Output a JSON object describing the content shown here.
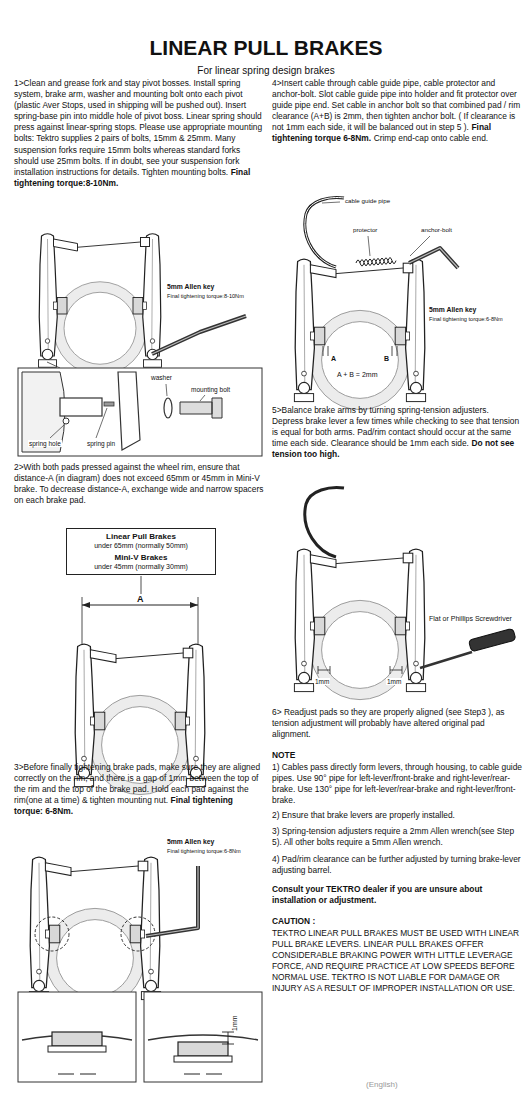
{
  "diagram": {
    "title": "LINEAR PULL BRAKES",
    "nodes": [
      {
        "text": [
          "Linear Pull Brakes",
          "under 65mm (normally 50mm)",
          "Mini-V Brakes",
          "under 45mm (normally 30mm)"
        ]
      }
    ],
    "labels": [
      "For linear spring design brakes",
      "1>Clean and grease fork and stay pivot bosses. Install spring system, brake arm, washer and mounting bolt onto each pivot (plastic Aver Stops, used in shipping will be pushed out). Insert spring-base pin into middle hole of pivot boss. Linear spring should press against linear-spring stops. Please use appropriate mounting bolts: Tektro supplies 2 pairs of bolts, 15mm & 25mm. Many suspension forks require 15mm bolts whereas standard forks should use 25mm bolts. If in doubt, see your suspension fork installation instructions for details. Tighten mounting bolts.",
      "Final tightening torque:8-10Nm.",
      "5mm Allen key",
      "Final tightening torque:8-10Nm",
      "washer",
      "mounting bolt",
      "spring hole",
      "spring pin",
      "2>With both pads pressed against the wheel rim, ensure that distance-A (in diagram) does not exceed 65mm or 45mm in Mini-V brake. To decrease distance-A, exchange wide and narrow spacers on each brake pad.",
      "A",
      "3>Before finally tightening brake pads, make sure they are aligned correctly on the rim, and there is a gap of 1mm between the top of the rim and the top of the brake pad. Hold each pad against the rim(one at a time) & tighten mounting nut.",
      "Final tightening torque: 6-8Nm.",
      "5mm Allen key",
      "Final tightening torque:6-8Nm",
      "1mm",
      "4>Insert cable through cable guide pipe, cable protector and anchor-bolt. Slot cable guide pipe into holder and fit protector over guide pipe end. Set cable in anchor bolt so that combined pad / rim clearance (A+B) is 2mm, then tighten anchor bolt. ( If clearance is not 1mm each side, it will be balanced out in step 5 ).",
      "Final tightening torque 6-8Nm.",
      "Crimp end-cap onto cable end.",
      "cable guide pipe",
      "protector",
      "anchor-bolt",
      "5mm Allen key",
      "Final tightening torque:6-8Nm",
      "A",
      "B",
      "A + B = 2mm",
      "5>Balance brake arms by turning spring-tension adjusters. Depress brake lever a few times while checking to see that tension is equal for both arms. Pad/rim contact should occur at the same time each side. Clearance should be 1mm each side.",
      "Do not see tension too high.",
      "Flat or Phillips Screwdriver",
      "1mm",
      "1mm",
      "6> Readjust pads so they are properly aligned (see Step3 ), as tension adjustment will probably have altered original pad alignment.",
      "NOTE",
      "1) Cables pass directly form levers, through housing, to cable guide pipes. Use 90° pipe for left-lever/front-brake and right-lever/rear-brake. Use 130° pipe for left-lever/rear-brake and right-lever/front-brake.",
      "2) Ensure that brake levers are properly installed.",
      "3) Spring-tension adjusters require a 2mm Allen wrench(see Step 5). All other bolts require a 5mm Allen wrench.",
      "4) Pad/rim clearance can be further adjusted by turning brake-lever adjusting barrel.",
      "Consult your TEKTRO dealer if you are unsure about installation or adjustment.",
      "CAUTION :",
      "TEKTRO LINEAR PULL BRAKES MUST BE USED WITH LINEAR PULL BRAKE LEVERS. LINEAR PULL BRAKES OFFER CONSIDERABLE BRAKING POWER WITH LITTLE LEVERAGE FORCE, AND REQUIRE PRACTICE AT LOW SPEEDS BEFORE NORMAL USE. TEKTRO IS NOT LIABLE FOR DAMAGE OR INJURY AS A RESULT OF IMPROPER INSTALLATION OR USE.",
      "(English)"
    ]
  }
}
